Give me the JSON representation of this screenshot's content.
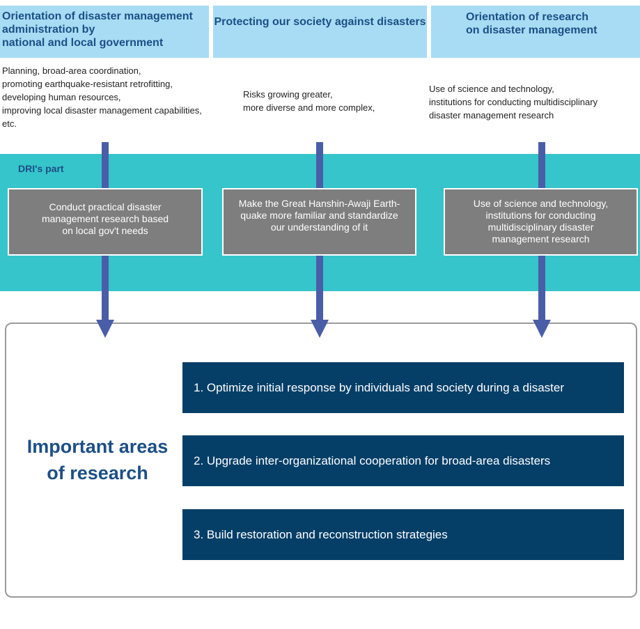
{
  "columns": [
    {
      "header": "Orientation of disaster management\n administration by\n national and local government",
      "context": "Planning, broad-area coordination,\npromoting earthquake-resistant retrofitting,\n developing human resources,\n improving local disaster management capabilities,\n etc.",
      "dri_part": "Conduct practical disaster\nmanagement research based\non local gov't needs"
    },
    {
      "header": "Protecting our society against disasters",
      "context": "Risks growing greater,\nmore diverse and more complex,",
      "dri_part": "Make the Great Hanshin-Awaji Earth-\nquake more familiar and standardize\nour understanding of it"
    },
    {
      "header": "Orientation of research\non disaster management",
      "context": "Use of science and technology,\n institutions for conducting multidisciplinary\n disaster management research",
      "dri_part": "Use of science and technology,\ninstitutions for conducting\nmultidisciplinary disaster\nmanagement research"
    }
  ],
  "dri_label": "DRI's part",
  "important": {
    "title": "Important areas\nof research",
    "areas": [
      "1. Optimize initial response by individuals and society during a disaster",
      "2. Upgrade inter-organizational cooperation for broad-area disasters",
      "3. Build restoration and reconstruction strategies"
    ]
  },
  "colors": {
    "header_bg": "#a8dcf4",
    "header_text": "#1c4f86",
    "band": "#35c5cb",
    "arrow": "#4a5ea8",
    "gray_box": "#7e7e7e",
    "navy_box": "#053f68"
  }
}
